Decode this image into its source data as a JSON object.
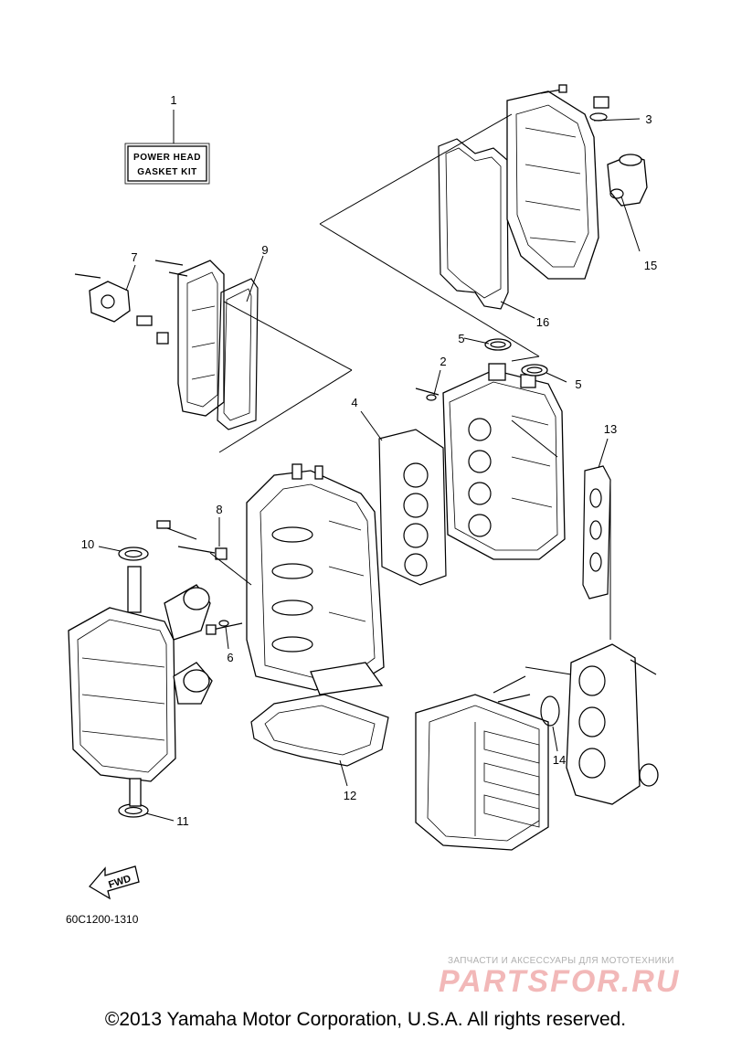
{
  "diagram": {
    "kit_box": {
      "line1": "POWER HEAD",
      "line2": "GASKET KIT"
    },
    "callouts": [
      "1",
      "2",
      "3",
      "4",
      "5",
      "5",
      "6",
      "7",
      "8",
      "9",
      "10",
      "11",
      "12",
      "13",
      "14",
      "15",
      "16"
    ],
    "part_number": "60C1200-1310",
    "fwd_label": "FWD"
  },
  "footer": {
    "copyright": "©2013 Yamaha Motor Corporation, U.S.A. All rights reserved."
  },
  "watermark": {
    "tagline": "ЗАПЧАСТИ И АКСЕССУАРЫ ДЛЯ МОТОТЕХНИКИ",
    "logo": "PARTSFOR.RU"
  }
}
